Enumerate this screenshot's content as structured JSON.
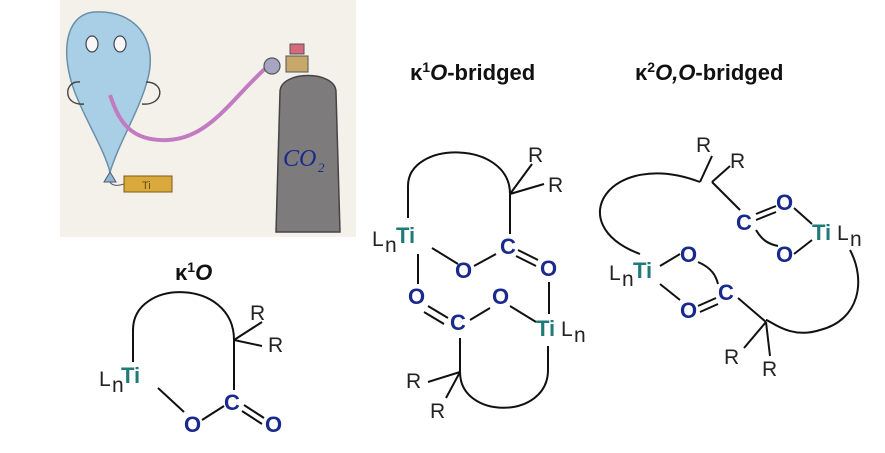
{
  "illustration": {
    "cylinder_label": "CO",
    "cylinder_sub": "2",
    "tag_text": "Ti"
  },
  "titles": {
    "k1o": {
      "kappa": "κ",
      "sup": "1",
      "atom": "O",
      "suffix": ""
    },
    "k1o_bridged": {
      "kappa": "κ",
      "sup": "1",
      "atom": "O",
      "suffix": "-bridged"
    },
    "k2oo_bridged": {
      "kappa": "κ",
      "sup": "2",
      "atom": "O,O",
      "suffix": "-bridged"
    }
  },
  "labels": {
    "L": "L",
    "n": "n",
    "Ti": "Ti",
    "O": "O",
    "C": "C",
    "R": "R"
  },
  "colors": {
    "oxygen_carbon": "#1a2a8c",
    "titanium": "#1f7a78",
    "balloon": "#a9cfe6",
    "cylinder": "#7d7b7b",
    "hose": "#c27bc1"
  }
}
